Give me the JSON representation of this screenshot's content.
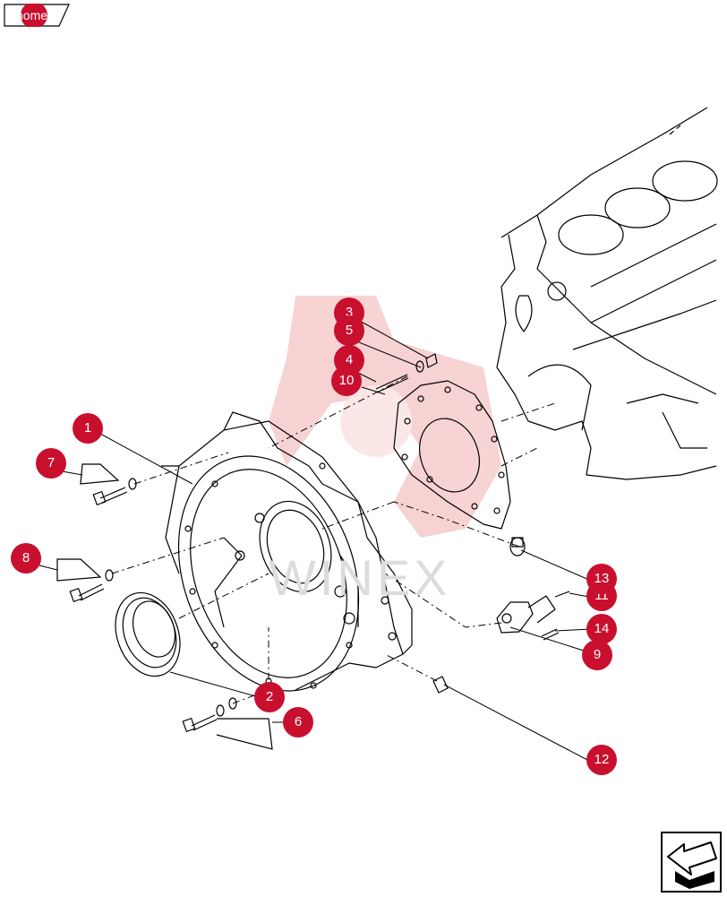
{
  "nav": {
    "home_label": "home"
  },
  "watermark": {
    "text": "WINEX"
  },
  "callouts": [
    {
      "id": "c1",
      "label": "1"
    },
    {
      "id": "c2",
      "label": "2"
    },
    {
      "id": "c3",
      "label": "3"
    },
    {
      "id": "c4",
      "label": "4"
    },
    {
      "id": "c5",
      "label": "5"
    },
    {
      "id": "c6",
      "label": "6"
    },
    {
      "id": "c7",
      "label": "7"
    },
    {
      "id": "c8",
      "label": "8"
    },
    {
      "id": "c9",
      "label": "9"
    },
    {
      "id": "c10",
      "label": "10"
    },
    {
      "id": "c11",
      "label": "11"
    },
    {
      "id": "c12",
      "label": "12"
    },
    {
      "id": "c13",
      "label": "13"
    },
    {
      "id": "c14",
      "label": "14"
    }
  ],
  "colors": {
    "callout": "#c8102e",
    "line": "#000000",
    "watermark": "#f2b6b6"
  },
  "icons": {
    "back": "back-arrow-icon"
  }
}
